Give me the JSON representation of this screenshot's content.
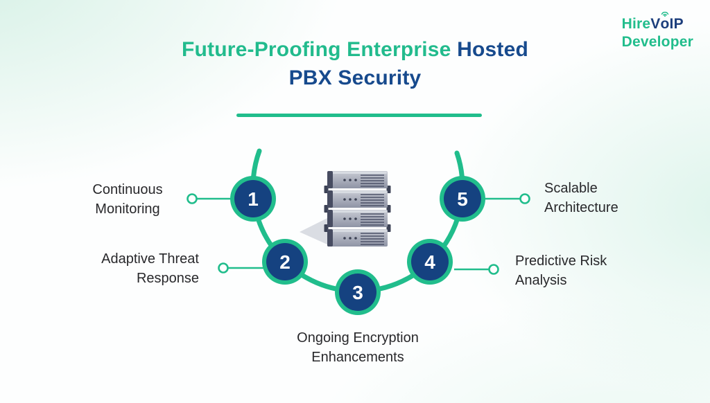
{
  "brand": {
    "hire": "Hire",
    "voip_v": "V",
    "voip_o": "o",
    "voip_ip": "IP",
    "developer": "Developer"
  },
  "title": {
    "green_text": "Future-Proofing Enterprise",
    "navy_line1": "Hosted",
    "navy_line2": "PBX Security"
  },
  "steps": [
    {
      "number": "1",
      "label": "Continuous Monitoring"
    },
    {
      "number": "2",
      "label": "Adaptive Threat Response"
    },
    {
      "number": "3",
      "label": "Ongoing Encryption Enhancements"
    },
    {
      "number": "4",
      "label": "Predictive Risk Analysis"
    },
    {
      "number": "5",
      "label": "Scalable Architecture"
    }
  ],
  "icons": {
    "center_icon": "server-stack-icon",
    "logo_o_icon": "wifi-icon",
    "connector_end_icon": "open-circle-dot-icon"
  },
  "colors": {
    "accent_green": "#21bd8c",
    "node_navy": "#154280",
    "title_navy": "#174a8d",
    "logo_navy": "#1c3e7c",
    "label_text": "#28282b",
    "background_tint": "#d9f1e7"
  }
}
